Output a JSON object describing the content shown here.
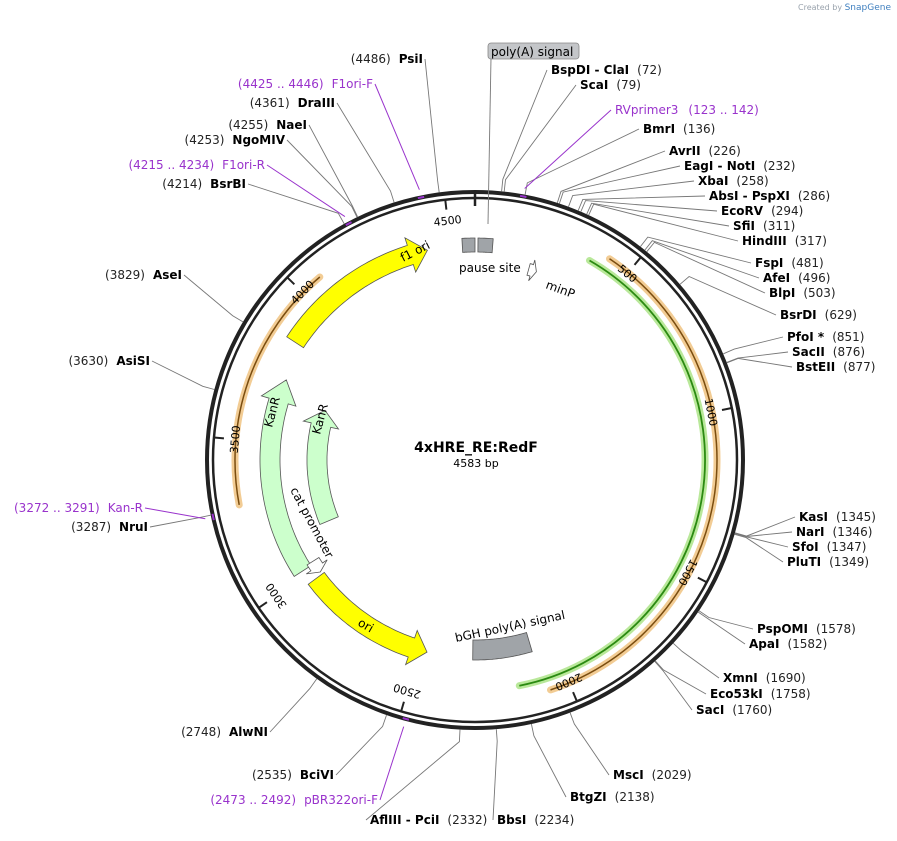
{
  "credit": {
    "prefix": "Created by",
    "brand": "SnapGene"
  },
  "plasmid": {
    "name": "4xHRE_RE:RedF",
    "length": "4583 bp"
  },
  "ticks": [
    "500",
    "1000",
    "1500",
    "2000",
    "2500",
    "3000",
    "3500",
    "4000",
    "4500"
  ],
  "sites": [
    {
      "name": "BspDI",
      "name2": "ClaI",
      "pos": "(72)"
    },
    {
      "name": "ScaI",
      "pos": "(79)"
    },
    {
      "name": "BmrI",
      "pos": "(136)"
    },
    {
      "name": "AvrII",
      "pos": "(226)"
    },
    {
      "name": "EagI",
      "name2": "NotI",
      "pos": "(232)"
    },
    {
      "name": "XbaI",
      "pos": "(258)"
    },
    {
      "name": "AbsI",
      "name2": "PspXI",
      "pos": "(286)"
    },
    {
      "name": "EcoRV",
      "pos": "(294)"
    },
    {
      "name": "SfiI",
      "pos": "(311)"
    },
    {
      "name": "HindIII",
      "pos": "(317)"
    },
    {
      "name": "FspI",
      "pos": "(481)"
    },
    {
      "name": "AfeI",
      "pos": "(496)"
    },
    {
      "name": "BlpI",
      "pos": "(503)"
    },
    {
      "name": "BsrDI",
      "pos": "(629)"
    },
    {
      "name": "PfoI *",
      "pos": "(851)"
    },
    {
      "name": "SacII",
      "pos": "(876)"
    },
    {
      "name": "BstEII",
      "pos": "(877)"
    },
    {
      "name": "KasI",
      "pos": "(1345)"
    },
    {
      "name": "NarI",
      "pos": "(1346)"
    },
    {
      "name": "SfoI",
      "pos": "(1347)"
    },
    {
      "name": "PluTI",
      "pos": "(1349)"
    },
    {
      "name": "PspOMI",
      "pos": "(1578)"
    },
    {
      "name": "ApaI",
      "pos": "(1582)"
    },
    {
      "name": "XmnI",
      "pos": "(1690)"
    },
    {
      "name": "Eco53kI",
      "pos": "(1758)"
    },
    {
      "name": "SacI",
      "pos": "(1760)"
    },
    {
      "name": "MscI",
      "pos": "(2029)"
    },
    {
      "name": "BtgZI",
      "pos": "(2138)"
    },
    {
      "name": "BbsI",
      "pos": "(2234)"
    },
    {
      "name": "AflIII",
      "name2": "PciI",
      "pos": "(2332)"
    },
    {
      "name": "BciVI",
      "pos": "(2535)"
    },
    {
      "name": "AlwNI",
      "pos": "(2748)"
    },
    {
      "name": "NruI",
      "pos": "(3287)"
    },
    {
      "name": "AsiSI",
      "pos": "(3630)"
    },
    {
      "name": "AseI",
      "pos": "(3829)"
    },
    {
      "name": "BsrBI",
      "pos": "(4214)"
    },
    {
      "name": "NgoMIV",
      "pos": "(4253)"
    },
    {
      "name": "NaeI",
      "pos": "(4255)"
    },
    {
      "name": "DraIII",
      "pos": "(4361)"
    },
    {
      "name": "PsiI",
      "pos": "(4486)"
    }
  ],
  "primers": [
    {
      "name": "RVprimer3",
      "pos": "(123 .. 142)"
    },
    {
      "name": "F1ori-F",
      "pos": "(4425 .. 4446)"
    },
    {
      "name": "F1ori-R",
      "pos": "(4215 .. 4234)"
    },
    {
      "name": "Kan-R",
      "pos": "(3272 .. 3291)"
    },
    {
      "name": "pBR322ori-F",
      "pos": "(2473 .. 2492)"
    }
  ],
  "features": [
    {
      "name": "poly(A) signal",
      "color": "#a0a4a8"
    },
    {
      "name": "pause site",
      "color": "#a0a4a8"
    },
    {
      "name": "minP",
      "color": "#ffffff"
    },
    {
      "name": "f1 ori",
      "color": "#ffff00"
    },
    {
      "name": "KanR",
      "color": "#ccffcc"
    },
    {
      "name": "KanR",
      "color": "#ccffcc"
    },
    {
      "name": "cat promoter",
      "color": "#ffffff"
    },
    {
      "name": "ori",
      "color": "#ffff00"
    },
    {
      "name": "bGH poly(A) signal",
      "color": "#a0a4a8"
    }
  ],
  "colors": {
    "primer": "#9933cc",
    "orf_outline": "#e8a33d",
    "orf_fill": "#ffe0a8",
    "cds": "#2b8a12"
  }
}
